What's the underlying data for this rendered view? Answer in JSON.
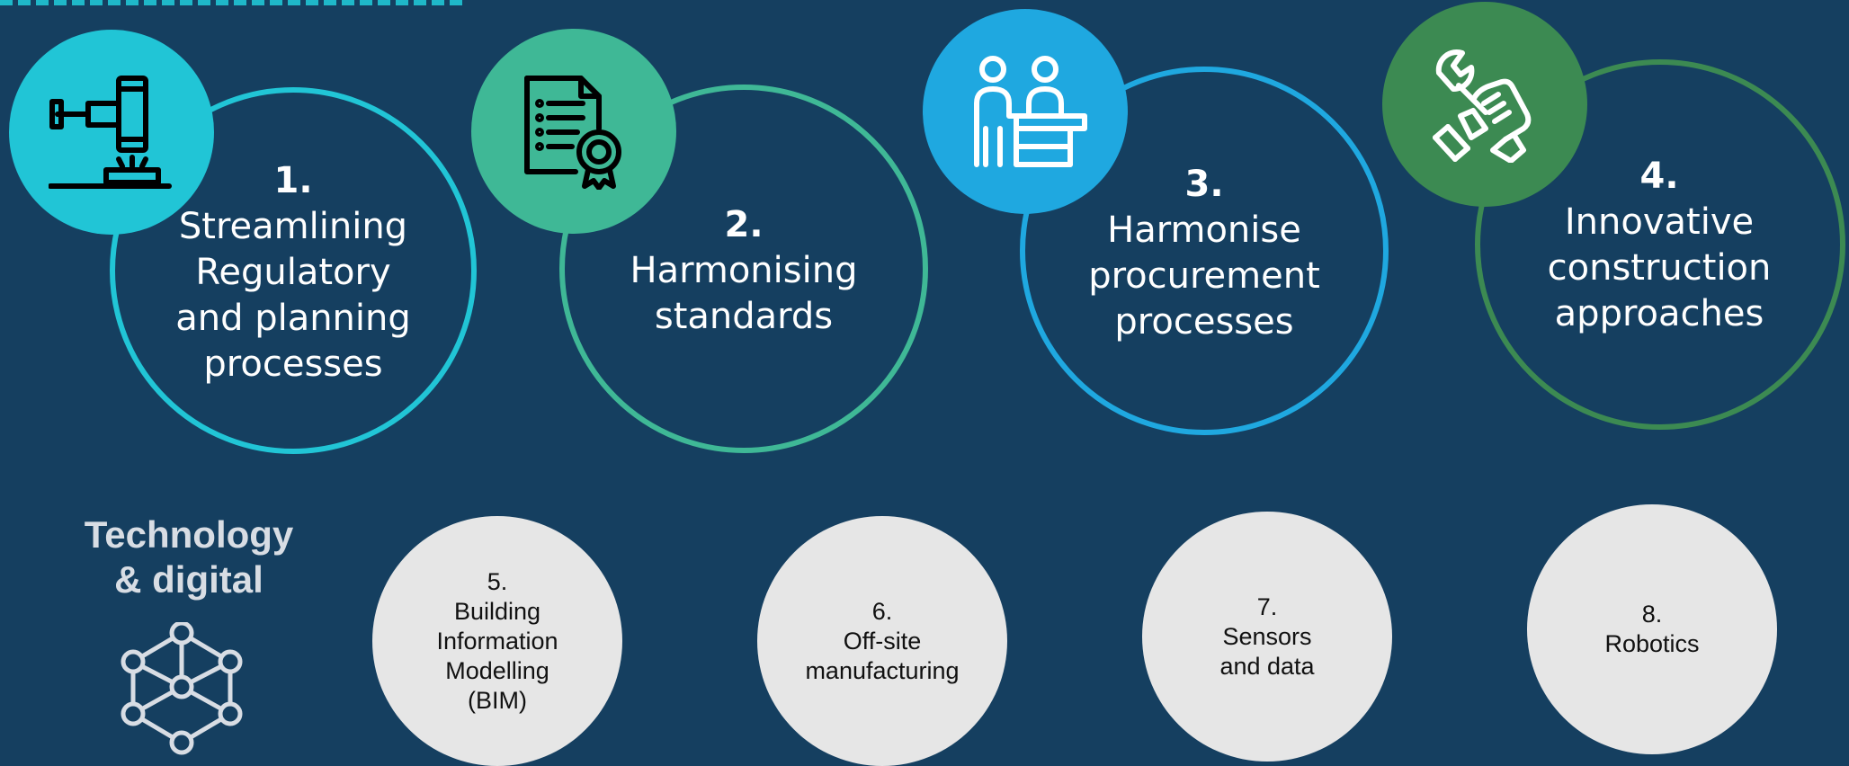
{
  "colors": {
    "background": "#153f60",
    "pillar1": "#21c5d6",
    "pillar2": "#3fb896",
    "pillar3": "#1fa8e0",
    "pillar4": "#3c8a52",
    "tech_circle": "#e6e6e6",
    "tech_text": "#111111",
    "tech_title": "#d8dde4"
  },
  "pillars": [
    {
      "number": "1.",
      "lines": [
        "Streamlining",
        "Regulatory",
        "and planning",
        "processes"
      ],
      "icon": "gavel-icon"
    },
    {
      "number": "2.",
      "lines": [
        "Harmonising",
        "standards"
      ],
      "icon": "certified-document-icon"
    },
    {
      "number": "3.",
      "lines": [
        "Harmonise",
        "procurement",
        "processes"
      ],
      "icon": "meeting-people-icon"
    },
    {
      "number": "4.",
      "lines": [
        "Innovative",
        "construction",
        "approaches"
      ],
      "icon": "wrench-hand-icon"
    }
  ],
  "technology": {
    "title_lines": [
      "Technology",
      "& digital"
    ],
    "icon": "network-nodes-icon",
    "items": [
      {
        "number": "5.",
        "lines": [
          "Building",
          "Information",
          "Modelling",
          "(BIM)"
        ]
      },
      {
        "number": "6.",
        "lines": [
          "Off-site",
          "manufacturing"
        ]
      },
      {
        "number": "7.",
        "lines": [
          "Sensors",
          "and data"
        ]
      },
      {
        "number": "8.",
        "lines": [
          "Robotics"
        ]
      }
    ]
  }
}
